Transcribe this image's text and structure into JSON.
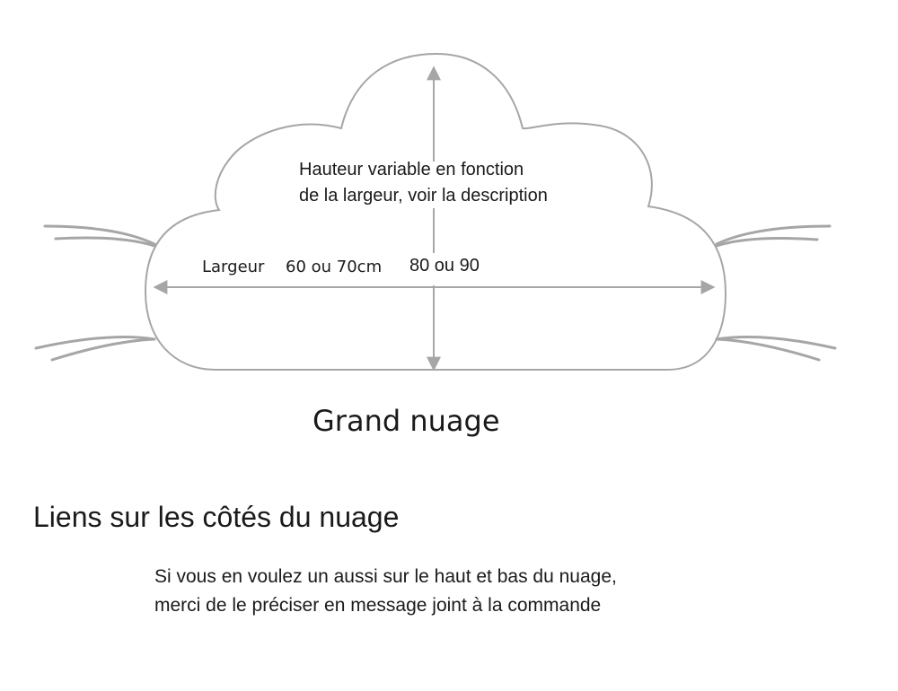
{
  "diagram": {
    "height_note_line1": "Hauteur variable en fonction",
    "height_note_line2": "de la largeur, voir la description",
    "width_label": "Largeur",
    "width_small": "60 ou 70cm",
    "width_large": "80 ou 90",
    "title": "Grand nuage"
  },
  "ties": {
    "heading": "Liens sur les côtés du nuage",
    "note_line1": "Si vous en voulez un aussi sur le haut et bas du nuage,",
    "note_line2": "merci de le préciser en message joint à la commande"
  },
  "colors": {
    "outline": "#a6a6a6",
    "text": "#1a1a1a"
  }
}
